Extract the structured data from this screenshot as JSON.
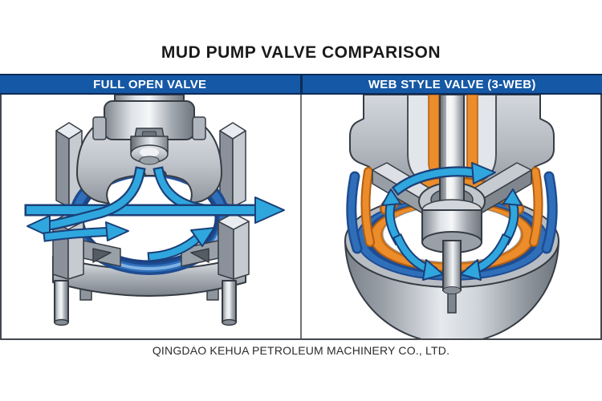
{
  "title": "MUD PUMP VALVE COMPARISON",
  "panels": [
    {
      "label": "FULL OPEN VALVE",
      "illustration": "full-open-valve-cutaway"
    },
    {
      "label": "WEB STYLE VALVE (3-WEB)",
      "illustration": "web-style-valve-cutaway"
    }
  ],
  "footer": {
    "company": "QINGDAO KEHUA PETROLEUM MACHINERY CO., LTD."
  },
  "colors": {
    "header_bar": "#1558a5",
    "header_border": "#0d2b55",
    "header_text": "#ffffff",
    "panel_border": "#43484f",
    "panel_divider": "#6d7278",
    "flow_arrow": "#2fa7de",
    "flow_arrow_outline": "#1b3f77",
    "seat_seal_blue": "#2f6fba",
    "seat_seal_blue_dark": "#1d4c92",
    "web_insert_orange": "#ec8c2a",
    "web_insert_orange_dark": "#b05e12",
    "metal_light": "#eef0f3",
    "metal_dark": "#767c84",
    "title_text": "#1a1a1a"
  }
}
